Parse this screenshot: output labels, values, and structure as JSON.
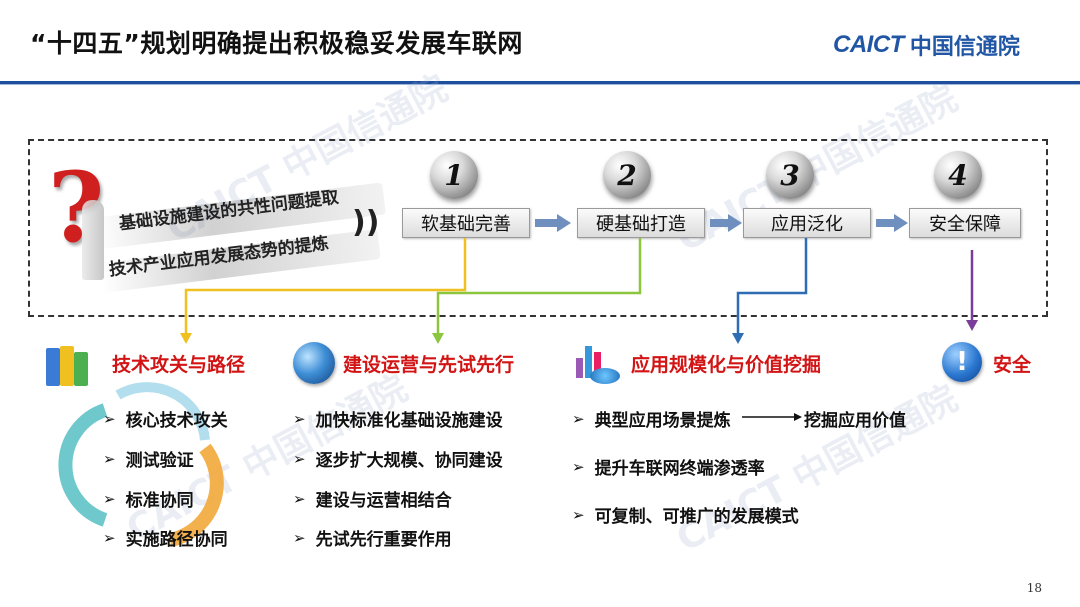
{
  "title": "“十四五”规划明确提出积极稳妥发展车联网",
  "logo": {
    "latin": "CAICT",
    "cn": "中国信通院"
  },
  "watermark": "CAICT 中国信通院",
  "question_panel": {
    "line1": "基础设施建设的共性问题提取",
    "line2": "技术产业应用发展态势的提炼"
  },
  "steps": [
    {
      "num": "1",
      "label": "软基础完善"
    },
    {
      "num": "2",
      "label": "硬基础打造"
    },
    {
      "num": "3",
      "label": "应用泛化"
    },
    {
      "num": "4",
      "label": "安全保障"
    }
  ],
  "colors": {
    "yellow": "#f0c020",
    "green": "#8cc63f",
    "blue": "#2e6db4",
    "purple": "#7a3d9a",
    "red": "#d21414"
  },
  "sections": [
    {
      "title": "技术攻关与路径",
      "icon": "books-icon",
      "bullets": [
        "核心技术攻关",
        "测试验证",
        "标准协同",
        "实施路径协同"
      ]
    },
    {
      "title": "建设运营与先试先行",
      "icon": "globe-icon",
      "bullets": [
        "加快标准化基础设施建设",
        "逐步扩大规模、协同建设",
        "建设与运营相结合",
        "先试先行重要作用"
      ]
    },
    {
      "title": "应用规模化与价值挖掘",
      "icon": "chart-icon",
      "bullets": [
        "典型应用场景提炼",
        "挖掘应用价值",
        "提升车联网终端渗透率",
        "可复制、可推广的发展模式"
      ]
    },
    {
      "title": "安全",
      "icon": "exclamation-icon",
      "bullets": []
    }
  ],
  "page_number": "18"
}
